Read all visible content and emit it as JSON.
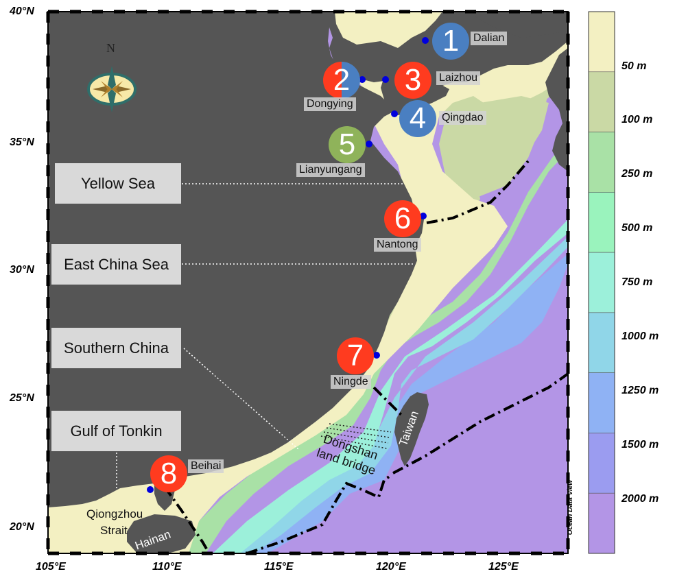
{
  "lat_labels": [
    "40°N",
    "35°N",
    "30°N",
    "25°N",
    "20°N"
  ],
  "lon_labels": [
    "105°E",
    "110°E",
    "115°E",
    "120°E",
    "125°E"
  ],
  "depth_scale": {
    "labels": [
      "50 m",
      "100 m",
      "250 m",
      "500 m",
      "750 m",
      "1000 m",
      "1250 m",
      "1500 m",
      "2000 m"
    ],
    "colors": [
      "#f3f0c2",
      "#cad9a5",
      "#a9e1a6",
      "#9af3bd",
      "#9cf0da",
      "#90d6e8",
      "#8fb2f4",
      "#9b9cf0",
      "#b395e6"
    ]
  },
  "regions": [
    "Yellow Sea",
    "East China Sea",
    "Southern China",
    "Gulf of Tonkin"
  ],
  "sites": [
    {
      "num": "1",
      "name": "Dalian",
      "color": "#4a7fc1"
    },
    {
      "num": "2",
      "name": "Dongying",
      "color": "#ff3b1f"
    },
    {
      "num": "3",
      "name": "Laizhou",
      "color": "#ff3b1f"
    },
    {
      "num": "4",
      "name": "Qingdao",
      "color": "#4a7fc1"
    },
    {
      "num": "5",
      "name": "Lianyungang",
      "color": "#8fb35a"
    },
    {
      "num": "6",
      "name": "Nantong",
      "color": "#ff3b1f"
    },
    {
      "num": "7",
      "name": "Ningde",
      "color": "#ff3b1f"
    },
    {
      "num": "8",
      "name": "Beihai",
      "color": "#ff3b1f"
    }
  ],
  "labels": {
    "taiwan": "Taiwan",
    "dongshan_1": "Dongshan",
    "dongshan_2": "land bridge",
    "qiongzhou_1": "Qiongzhou",
    "qiongzhou_2": "Strait",
    "hainan": "Hainan",
    "compass_n": "N",
    "watermark": "Ocean Data View"
  },
  "colors": {
    "land": "#555555",
    "shelf": "#f3f0c2",
    "badge_blue": "#4a7fc1",
    "badge_red": "#ff3b1f",
    "badge_green": "#8fb35a",
    "site_dot": "#0000dd"
  }
}
